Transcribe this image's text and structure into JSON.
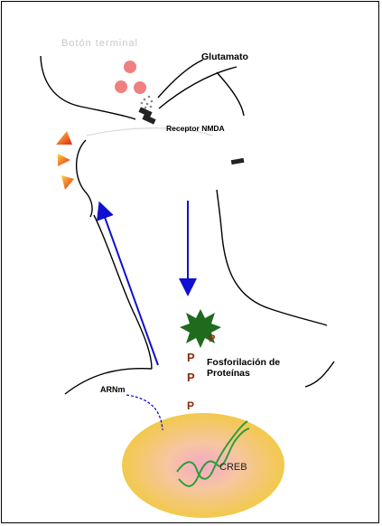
{
  "labels": {
    "presynaptic_terminal": "Botón terminal",
    "glutamate": "Glutamato",
    "nmda_receptor": "Receptor NMDA",
    "protein_phosphorylation": "Fosforilación de Proteínas",
    "mrna": "ARNm",
    "creb": "CREB",
    "phosphate": "P"
  },
  "colors": {
    "arrow": "#1010d0",
    "nucleus": "#f2c94c",
    "vesicles": "#f08080",
    "kinase": "#1e6b1e",
    "phosphate": "#8b2d0a"
  }
}
